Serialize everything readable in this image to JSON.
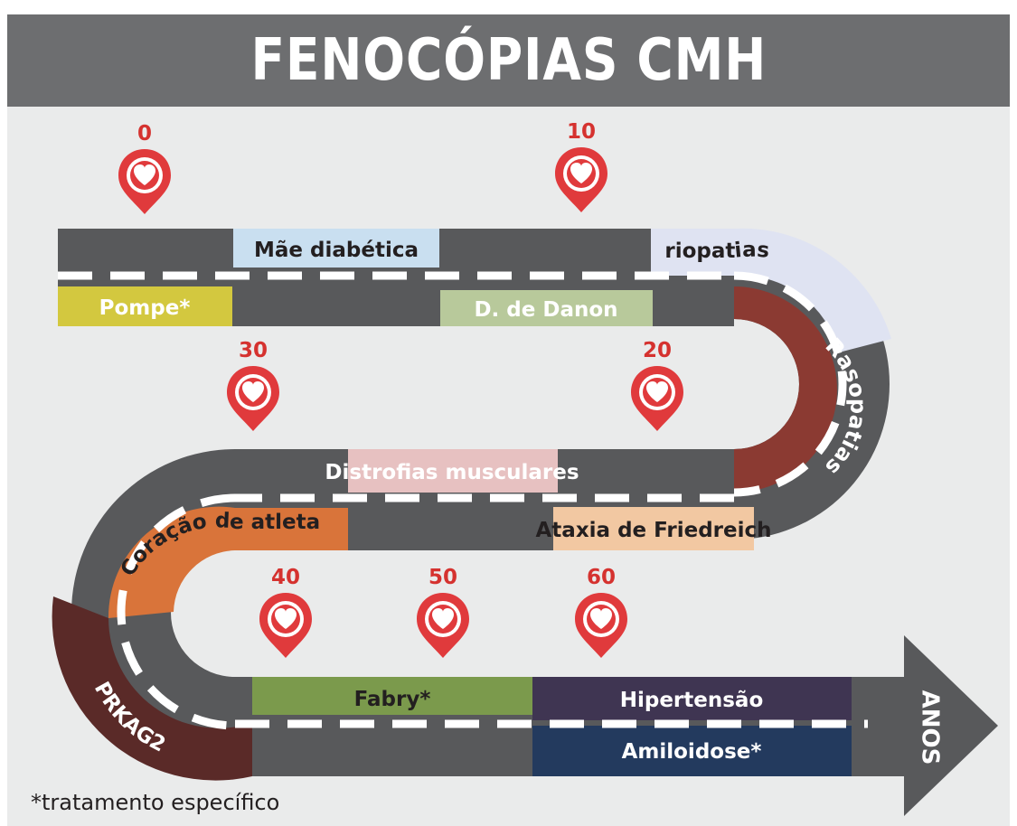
{
  "title": "FENOCÓPIAS CMH",
  "footnote": "*tratamento específico",
  "axis_label": "ANOS",
  "colors": {
    "road": "#58595b",
    "background": "#eaebeb",
    "title_bar": "#6d6e70",
    "marker": "#e03a3c",
    "marker_text": "#d5322f",
    "dash": "#ffffff"
  },
  "milestones": [
    {
      "label": "0",
      "icon": "heart-location-pin-icon"
    },
    {
      "label": "10",
      "icon": "heart-location-pin-icon"
    },
    {
      "label": "20",
      "icon": "heart-location-pin-icon"
    },
    {
      "label": "30",
      "icon": "heart-location-pin-icon"
    },
    {
      "label": "40",
      "icon": "heart-location-pin-icon"
    },
    {
      "label": "50",
      "icon": "heart-location-pin-icon"
    },
    {
      "label": "60",
      "icon": "heart-location-pin-icon"
    }
  ],
  "conditions": [
    {
      "label": "Mãe diabética",
      "color": "#c9dff0",
      "text_color": "#231f20"
    },
    {
      "label": "Pompe*",
      "color": "#d3c83f",
      "text_color": "#ffffff"
    },
    {
      "label": "D. de Danon",
      "color": "#b8c99b",
      "text_color": "#ffffff"
    },
    {
      "label": "Mitocondriopatias",
      "color": "#dfe3f2",
      "text_color": "#231f20"
    },
    {
      "label": "Rasopatias",
      "color": "#8b3a32",
      "text_color": "#ffffff"
    },
    {
      "label": "Distrofias musculares",
      "color": "#e7c1c1",
      "text_color": "#ffffff"
    },
    {
      "label": "Ataxia de Friedreich",
      "color": "#f2c8a2",
      "text_color": "#231f20"
    },
    {
      "label": "Coração de atleta",
      "color": "#d9743a",
      "text_color": "#231f20"
    },
    {
      "label": "PRKAG2",
      "color": "#5a2a28",
      "text_color": "#ffffff"
    },
    {
      "label": "Fabry*",
      "color": "#7b9a4c",
      "text_color": "#231f20"
    },
    {
      "label": "Hipertensão",
      "color": "#3f3552",
      "text_color": "#ffffff"
    },
    {
      "label": "Amiloidose*",
      "color": "#233a5e",
      "text_color": "#ffffff"
    }
  ]
}
